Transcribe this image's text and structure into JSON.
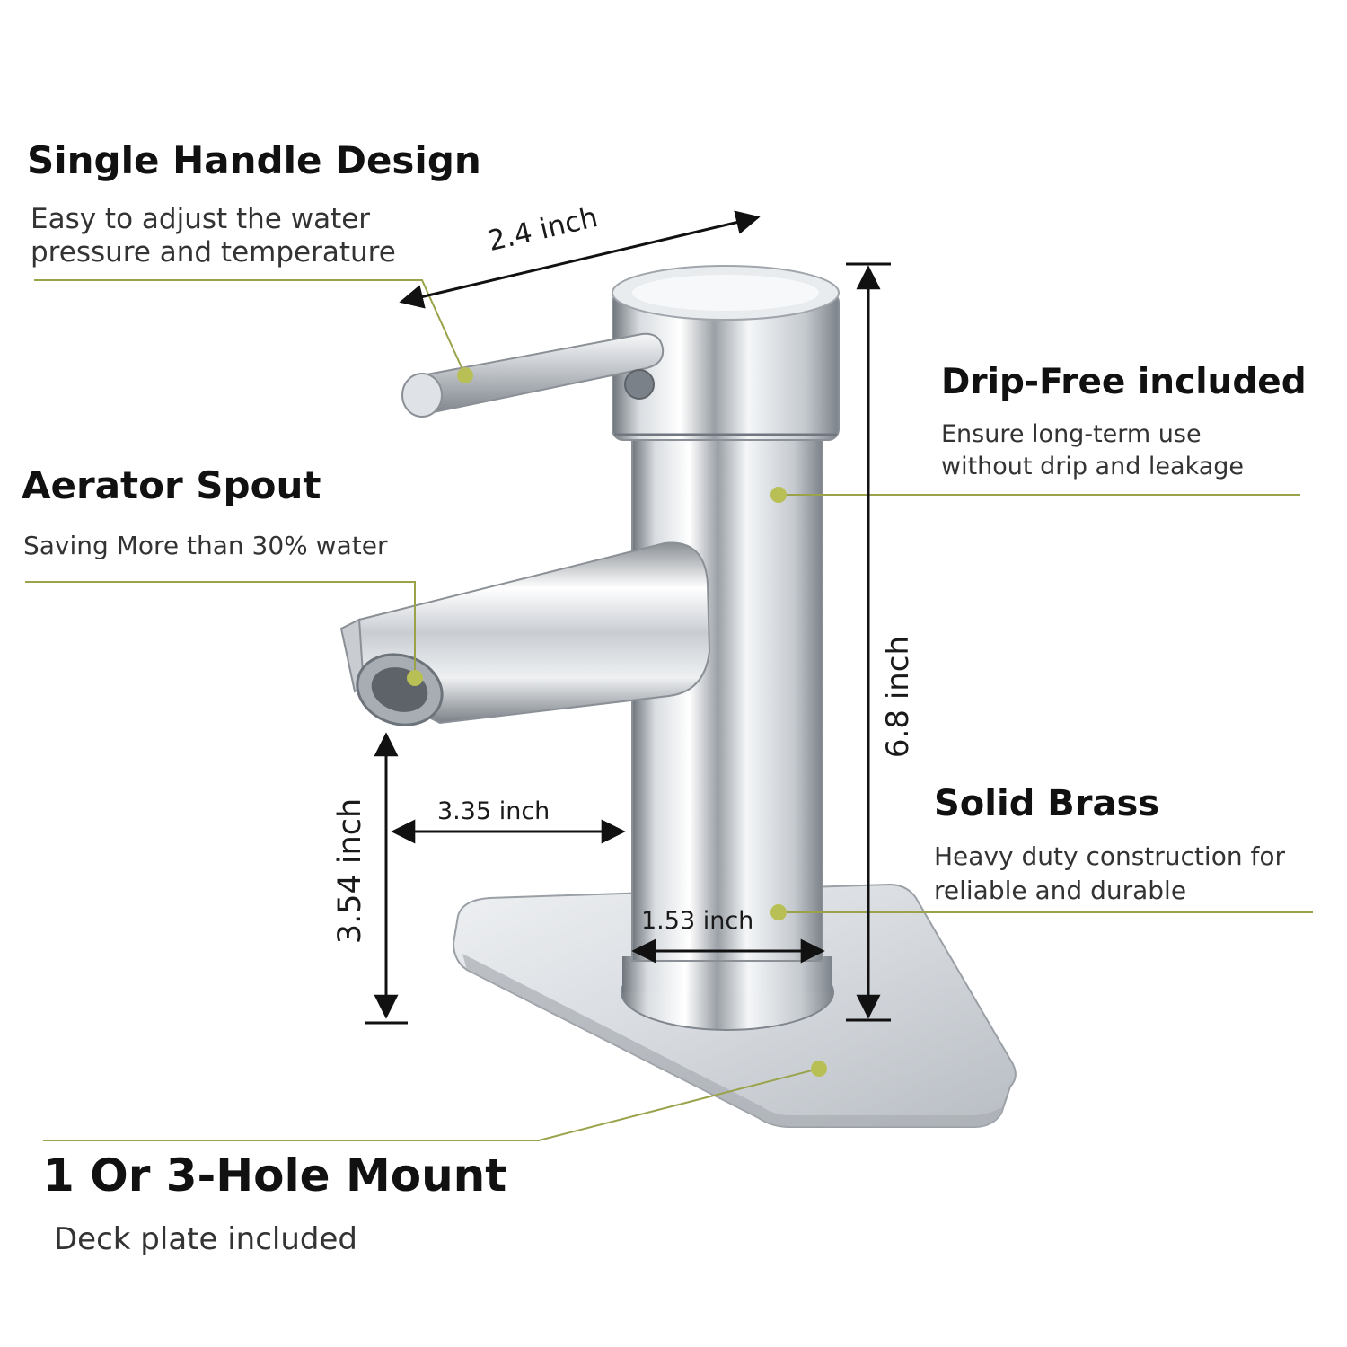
{
  "features": {
    "handle": {
      "title": "Single Handle Design",
      "line1": "Easy to adjust the water",
      "line2": "pressure and temperature"
    },
    "aerator": {
      "title": "Aerator Spout",
      "line1": "Saving More than 30% water"
    },
    "drip": {
      "title": "Drip-Free included",
      "line1": "Ensure long-term use",
      "line2": "without drip and leakage"
    },
    "brass": {
      "title": "Solid Brass",
      "line1": "Heavy duty construction for",
      "line2": "reliable and durable"
    },
    "mount": {
      "title": "1 Or 3-Hole Mount",
      "line1": "Deck plate included"
    }
  },
  "dimensions": {
    "handle_length": "2.4 inch",
    "total_height": "6.8 inch",
    "spout_height": "3.54 inch",
    "spout_reach": "3.35 inch",
    "base_diameter": "1.53 inch"
  },
  "colors": {
    "callout_line": "#9aa34a",
    "callout_dot": "#b8bf55",
    "chrome_light": "#f2f4f6",
    "chrome_dark": "#8d939a"
  }
}
